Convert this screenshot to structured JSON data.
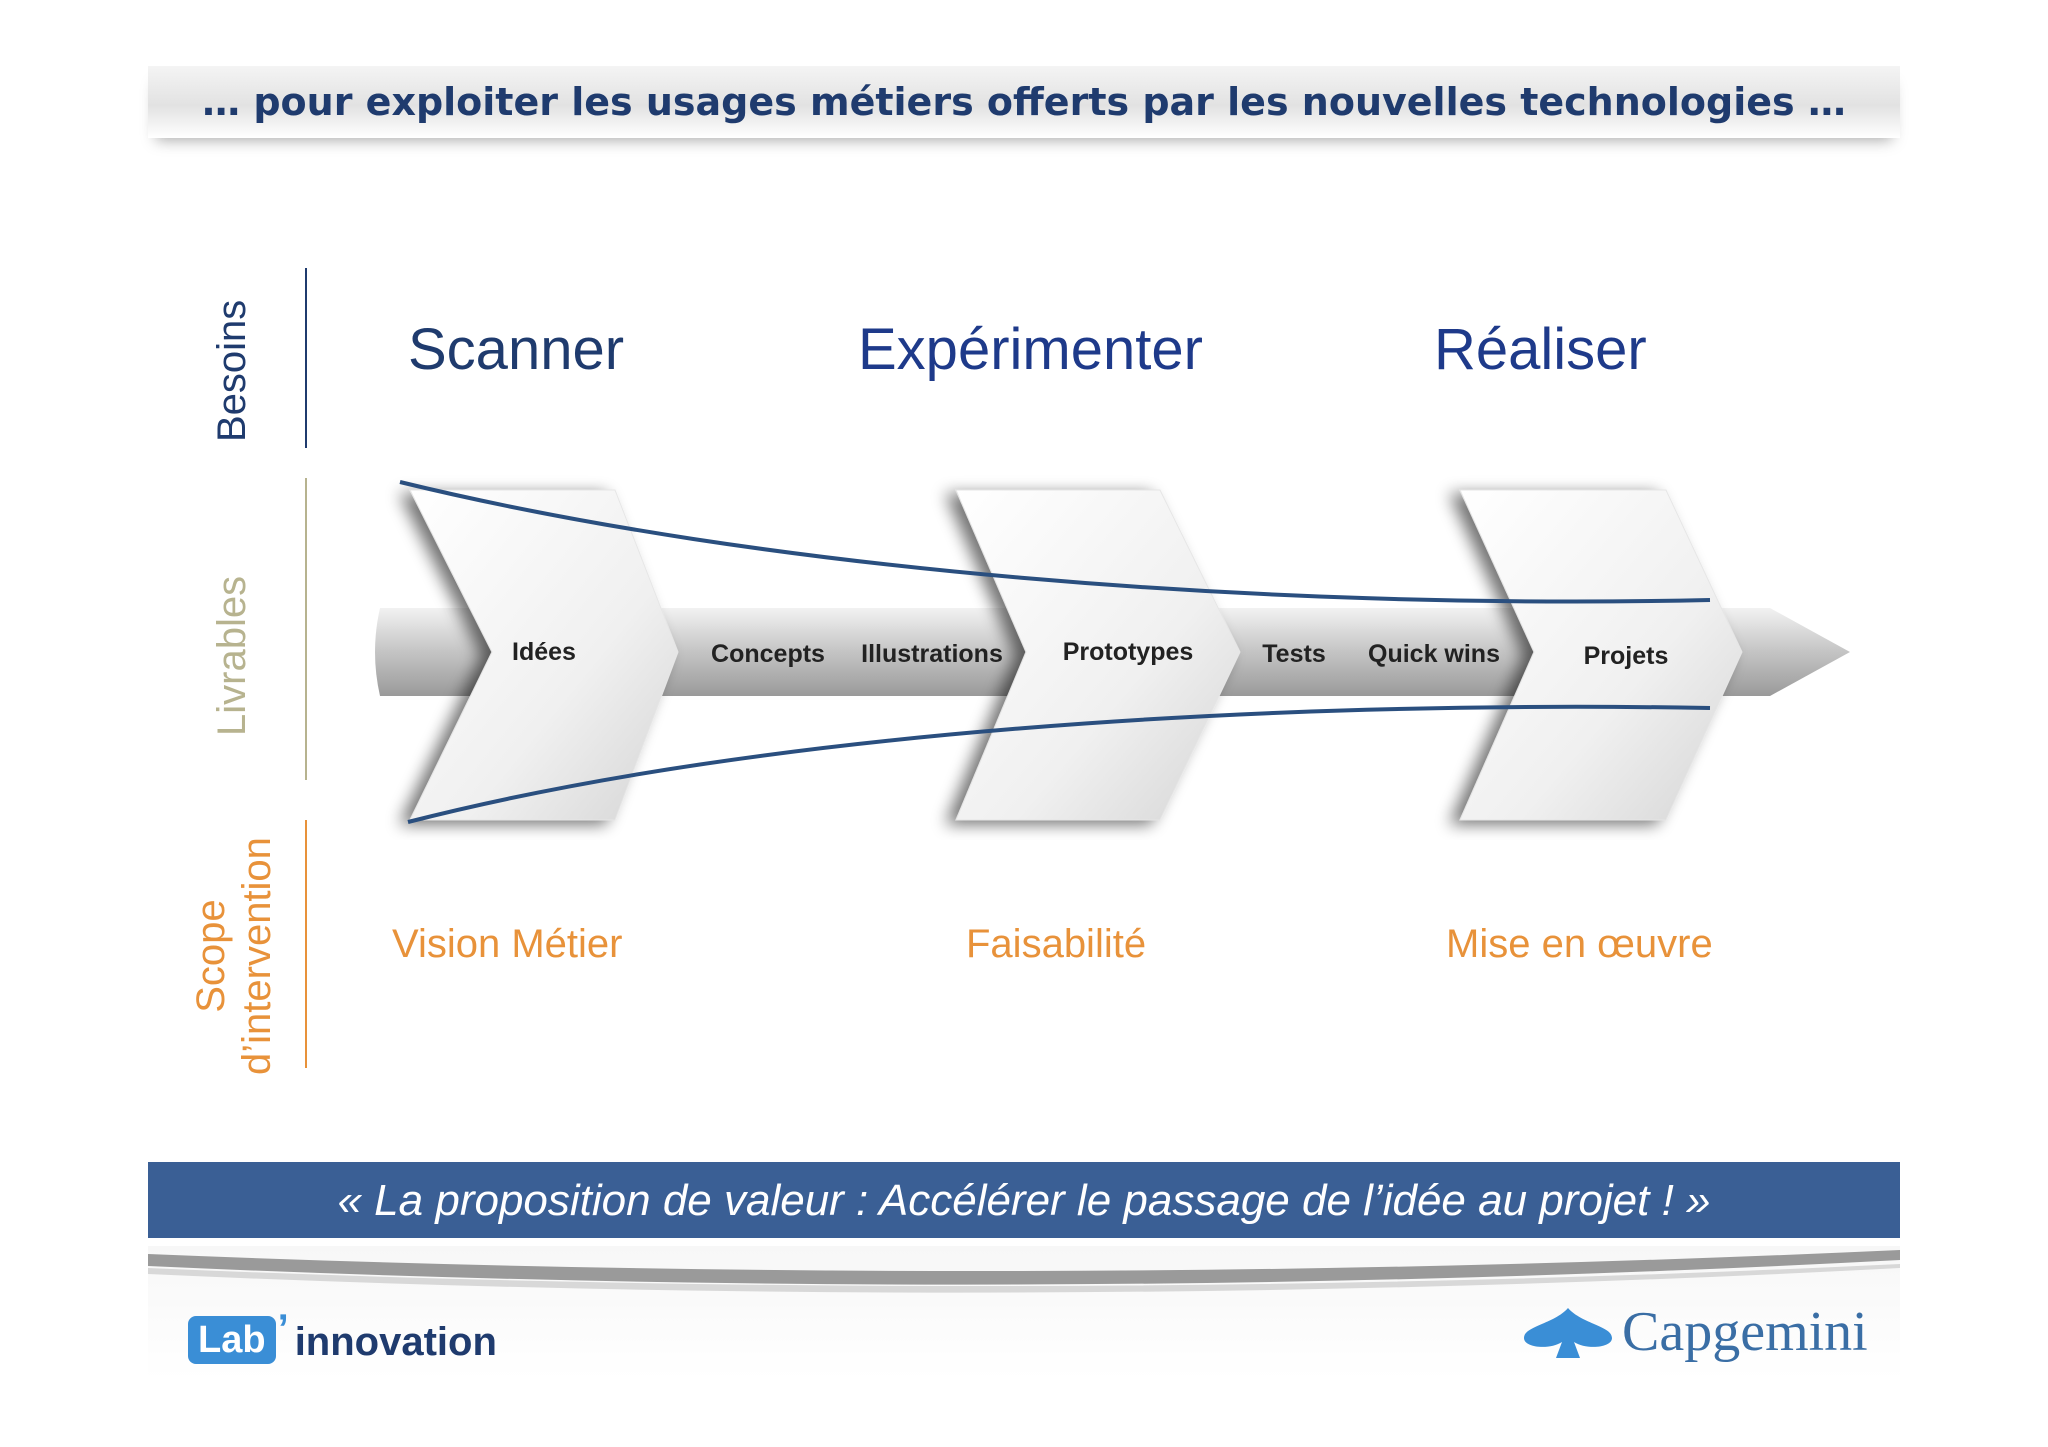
{
  "header": {
    "title": "… pour exploiter les usages métiers offerts par les nouvelles technologies …"
  },
  "rows": {
    "besoins": "Besoins",
    "livrables": "Livrables",
    "scope_line1": "Scope",
    "scope_line2": "d’intervention"
  },
  "phases": [
    "Scanner",
    "Expérimenter",
    "Réaliser"
  ],
  "deliverables": [
    "Idées",
    "Concepts",
    "Illustrations",
    "Prototypes",
    "Tests",
    "Quick wins",
    "Projets"
  ],
  "scope": [
    "Vision Métier",
    "Faisabilité",
    "Mise en œuvre"
  ],
  "banner": {
    "text": "« La proposition de valeur : Accélérer le passage de l’idée au projet ! »"
  },
  "footer": {
    "lab_prefix": "Lab",
    "lab_apostrophe": "’",
    "lab_suffix": "innovation",
    "company": "Capgemini"
  },
  "colors": {
    "navy": "#1f3b6e",
    "phase_blue": "#1e3a8a",
    "scope_orange": "#e8923a",
    "livrables_olive": "#b7b38f",
    "banner_blue": "#3a5f95"
  }
}
